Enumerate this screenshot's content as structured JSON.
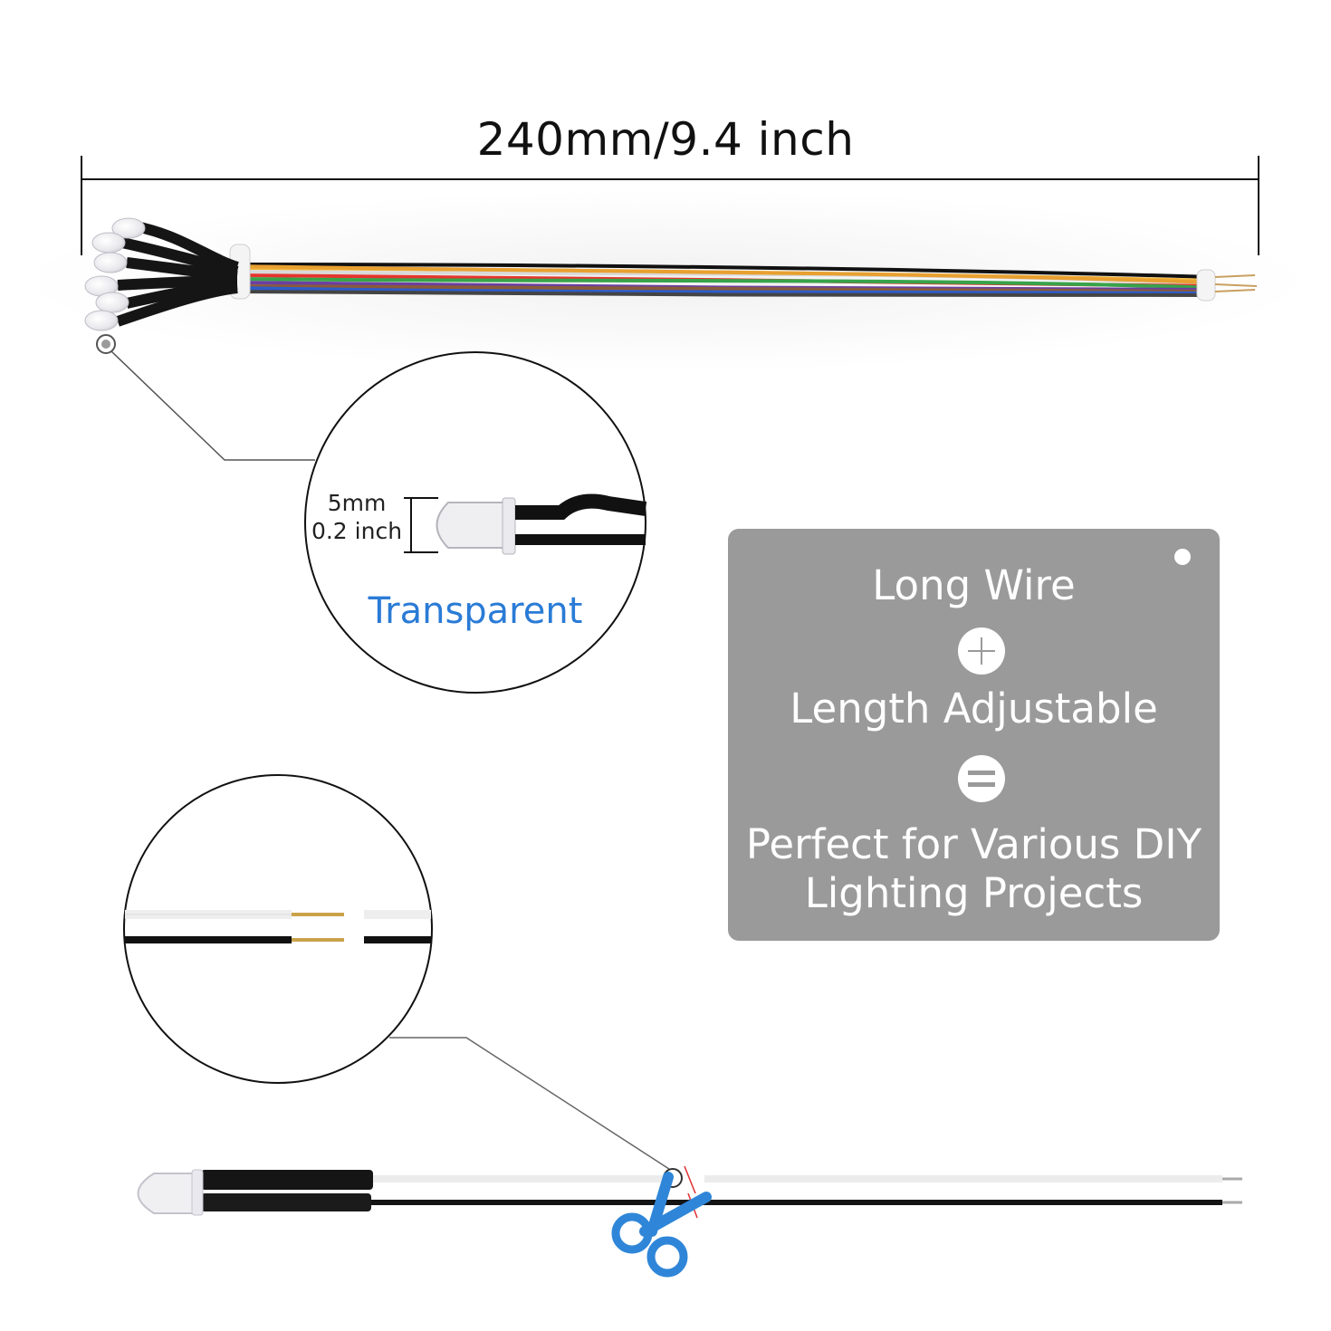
{
  "length_label": "240mm/9.4 inch",
  "led_size": {
    "mm": "5mm",
    "inch": "0.2 inch"
  },
  "led_color_label": "Transparent",
  "panel": {
    "line1": "Long Wire",
    "line2": "Length Adjustable",
    "line3": "Perfect for Various DIY",
    "line4": "Lighting Projects"
  },
  "colors": {
    "accent_blue": "#2a7bd6",
    "panel_gray": "#9a9a9a",
    "wire_black": "#111111",
    "cut_mark_red": "#e03030"
  },
  "icons": [
    "plus-icon",
    "equals-icon",
    "scissors-icon"
  ]
}
